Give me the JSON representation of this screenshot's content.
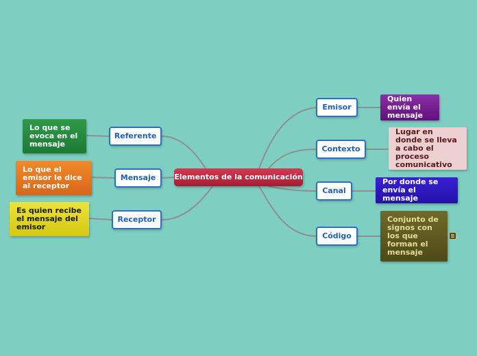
{
  "central": "Elementos de la comunicación",
  "topics": {
    "emisor": "Emisor",
    "contexto": "Contexto",
    "canal": "Canal",
    "codigo": "Código",
    "referente": "Referente",
    "mensaje": "Mensaje",
    "receptor": "Receptor"
  },
  "details": {
    "emisor": "Quien envía el mensaje",
    "contexto": "Lugar en donde se lleva a cabo el proceso comunicativo",
    "canal": "Por donde se envía el mensaje",
    "codigo": "Conjunto de signos con los que forman el mensaje",
    "referente": "Lo que se evoca en el mensaje",
    "mensaje": "Lo que el emisor le dice al receptor",
    "receptor": "Es quien recibe el mensaje del emisor"
  },
  "icons": {
    "codigo_note": "note-icon"
  }
}
